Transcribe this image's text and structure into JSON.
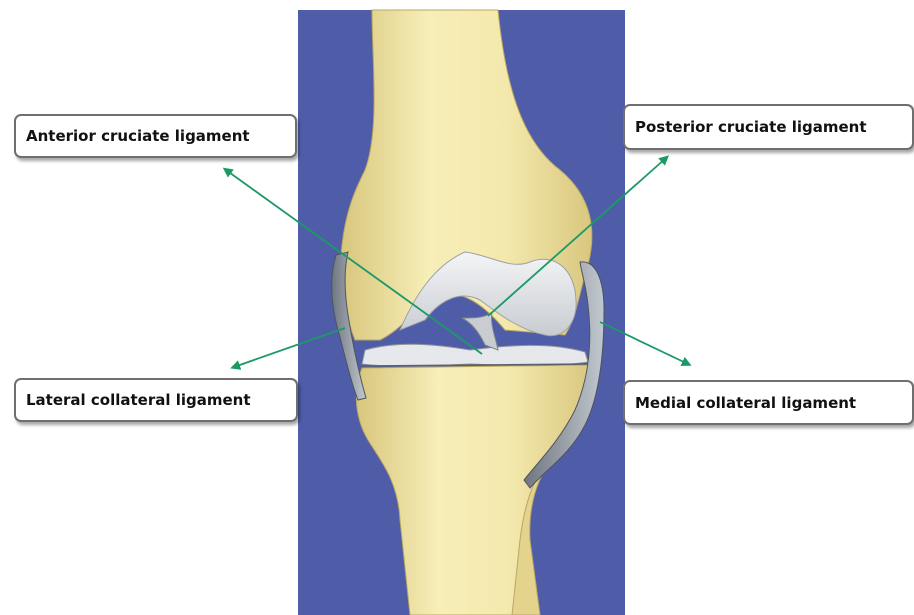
{
  "labels": {
    "anterior_cruciate": "Anterior cruciate ligament",
    "posterior_cruciate": "Posterior cruciate ligament",
    "lateral_collateral": "Lateral collateral ligament",
    "medial_collateral": "Medial collateral ligament"
  },
  "colors": {
    "background_panel": "#4f5da8",
    "bone": "#f2e6a4",
    "cartilage": "#e4e7ea",
    "ligament": "#9aa2aa",
    "pointer_arrow": "#1b9a66"
  },
  "icons": [
    "knee-joint-illustration",
    "pointer-arrow"
  ]
}
